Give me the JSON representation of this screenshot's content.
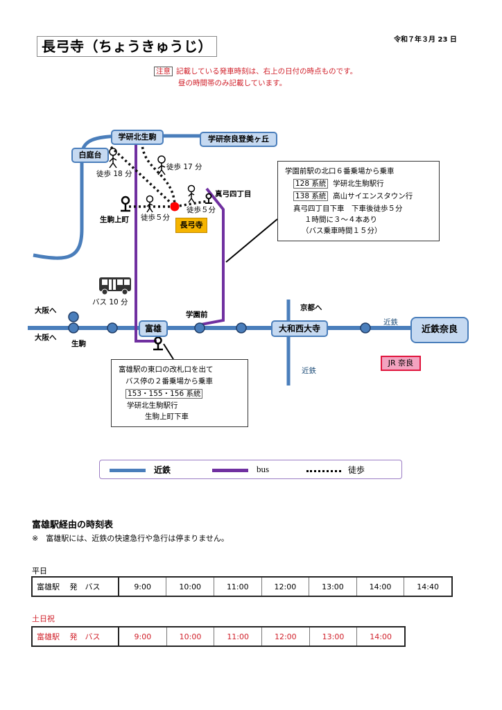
{
  "header": {
    "title": "長弓寺（ちょうきゅうじ）",
    "date": "令和７年３月 23 日"
  },
  "notice": {
    "tag": "注意",
    "line1": "記載している発車時刻は、右上の日付の時点ものです。",
    "line2": "昼の時間帯のみ記載しています。"
  },
  "map": {
    "colors": {
      "kintetsu": "#4a7ebb",
      "bus": "#7030a0",
      "destination": "#f5b400",
      "jr": "#e0143c",
      "walk_dot": "#ff0000"
    },
    "stations": {
      "gakken_kita_ikoma": "学研北生駒",
      "gakken_nara_tomigaoka": "学研奈良登美ヶ丘",
      "shironiwadai": "白庭台",
      "tomio": "富雄",
      "yamato_saidaiji": "大和西大寺",
      "kintetsu_nara": "近鉄奈良"
    },
    "labels": {
      "walk18": "徒歩 18 分",
      "walk17": "徒歩 17 分",
      "walk5_left": "徒歩５分",
      "walk5_right": "徒歩５分",
      "mayumi": "真弓四丁目",
      "ikoma_kamimachi": "生駒上町",
      "destination": "長弓寺",
      "bus10": "バス 10 分",
      "osaka_upper": "大阪へ",
      "osaka_lower": "大阪へ",
      "ikoma": "生駒",
      "gakuenmae": "学園前",
      "kyoto": "京都へ",
      "kintetsu_south": "近鉄",
      "kintetsu_east": "近鉄",
      "jr_nara": "JR 奈良"
    },
    "info_gakuenmae": {
      "line1": "学園前駅の北口６番乗場から乗車",
      "routes": [
        {
          "code": "128 系統",
          "dest": "学研北生駒駅行"
        },
        {
          "code": "138 系統",
          "dest": "高山サイエンスタウン行"
        }
      ],
      "line4": "真弓四丁目下車　下車後徒歩５分",
      "line5": "１時間に３～４本あり",
      "line6": "（バス乗車時間１５分）"
    },
    "info_tomio": {
      "line1": "富雄駅の東口の改札口を出て",
      "line2": "バス停の２番乗場から乗車",
      "code": "153・155・156 系統",
      "line4": "学研北生駒駅行",
      "line5": "生駒上町下車"
    }
  },
  "legend": {
    "kintetsu": "近鉄",
    "bus": "bus",
    "walk": "徒歩"
  },
  "timetable": {
    "title": "富雄駅経由の時刻表",
    "note": "※　富雄駅には、近鉄の快速急行や急行は停まりません。",
    "weekday": {
      "label": "平日",
      "row_head": "富雄駅　 発　バス",
      "times": [
        "9:00",
        "10:00",
        "11:00",
        "12:00",
        "13:00",
        "14:00",
        "14:40"
      ]
    },
    "holiday": {
      "label": "土日祝",
      "row_head": "富雄駅　 発　バス",
      "times": [
        "9:00",
        "10:00",
        "11:00",
        "12:00",
        "13:00",
        "14:00"
      ]
    }
  }
}
